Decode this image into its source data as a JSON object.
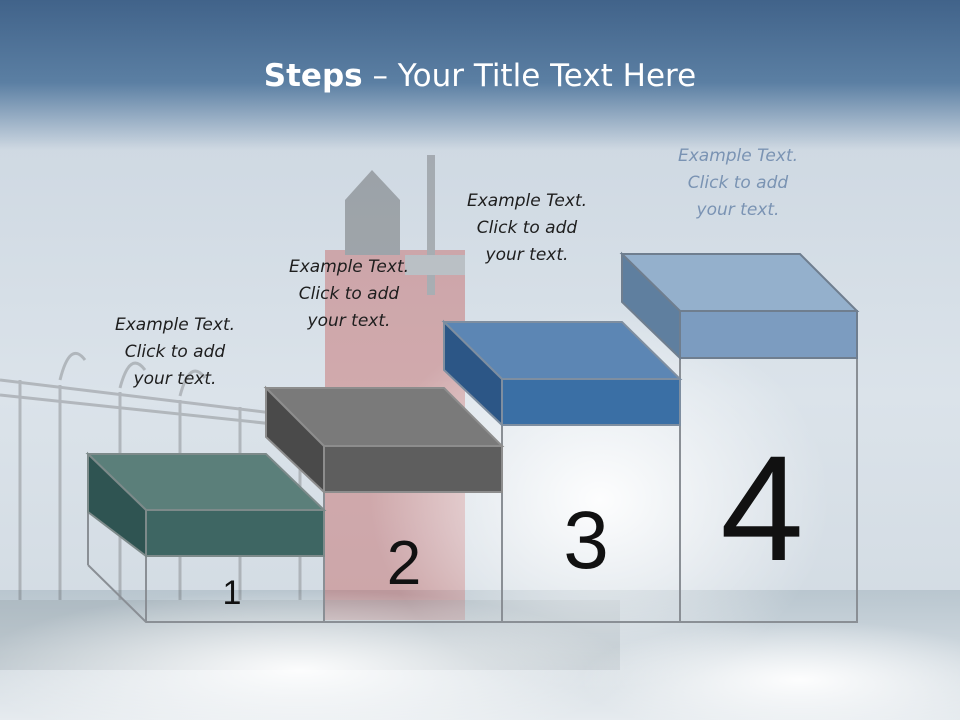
{
  "title": {
    "bold": "Steps",
    "rest": " – Your Title Text Here"
  },
  "steps": [
    {
      "number": "1",
      "line1": "Example Text.",
      "line2": "Click  to add",
      "line3": "your text.",
      "color": "#5b7f7a"
    },
    {
      "number": "2",
      "line1": "Example Text.",
      "line2": "Click  to add",
      "line3": "your text.",
      "color": "#6f6f6f"
    },
    {
      "number": "3",
      "line1": "Example Text.",
      "line2": "Click  to add",
      "line3": "your text.",
      "color": "#3f6fa3"
    },
    {
      "number": "4",
      "line1": "Example Text.",
      "line2": "Click  to add",
      "line3": "your text.",
      "color": "#7c9cc0"
    }
  ],
  "colors": {
    "title_band": "#41638a",
    "text": "#1e1e1e",
    "faded_text": "#7a93b3"
  }
}
